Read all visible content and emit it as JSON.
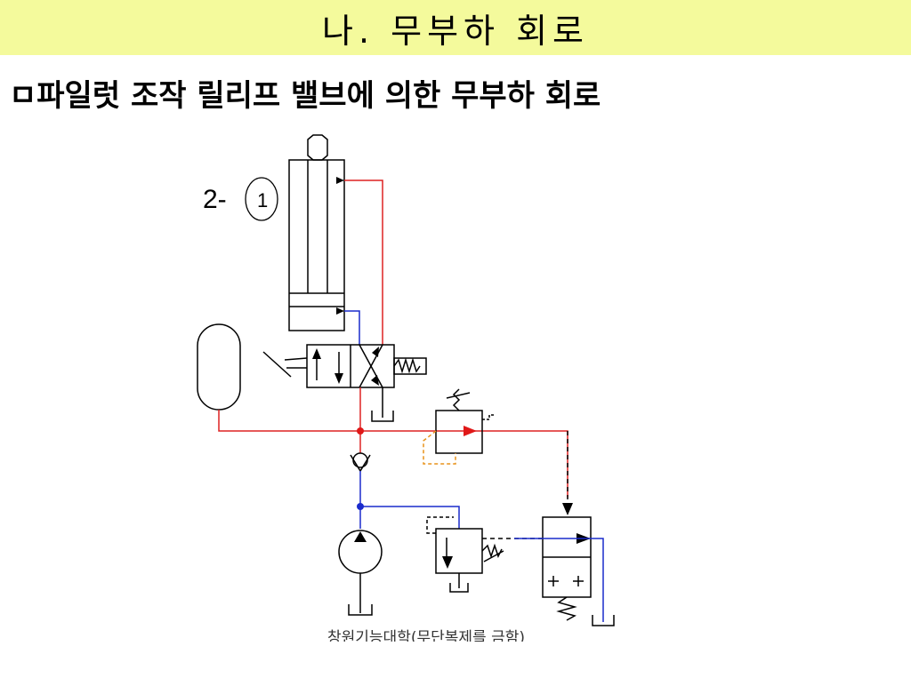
{
  "slide": {
    "title": "나. 무부하 회로",
    "subtitle_marker": "ㅁ",
    "subtitle": "파일럿 조작 릴리프 밸브에 의한 무부하 회로",
    "footer": "창원기능대학(무단복제를 금함)"
  },
  "diagram": {
    "cylinder_label_prefix": "2-",
    "cylinder_label_number": "1",
    "colors": {
      "pressure_line": "#dd2222",
      "pump_line": "#1a2bcc",
      "pilot_line": "#000000",
      "orange_pilot": "#e8921a",
      "junction_red": "#e01818",
      "junction_blue": "#1a2bcc"
    }
  }
}
